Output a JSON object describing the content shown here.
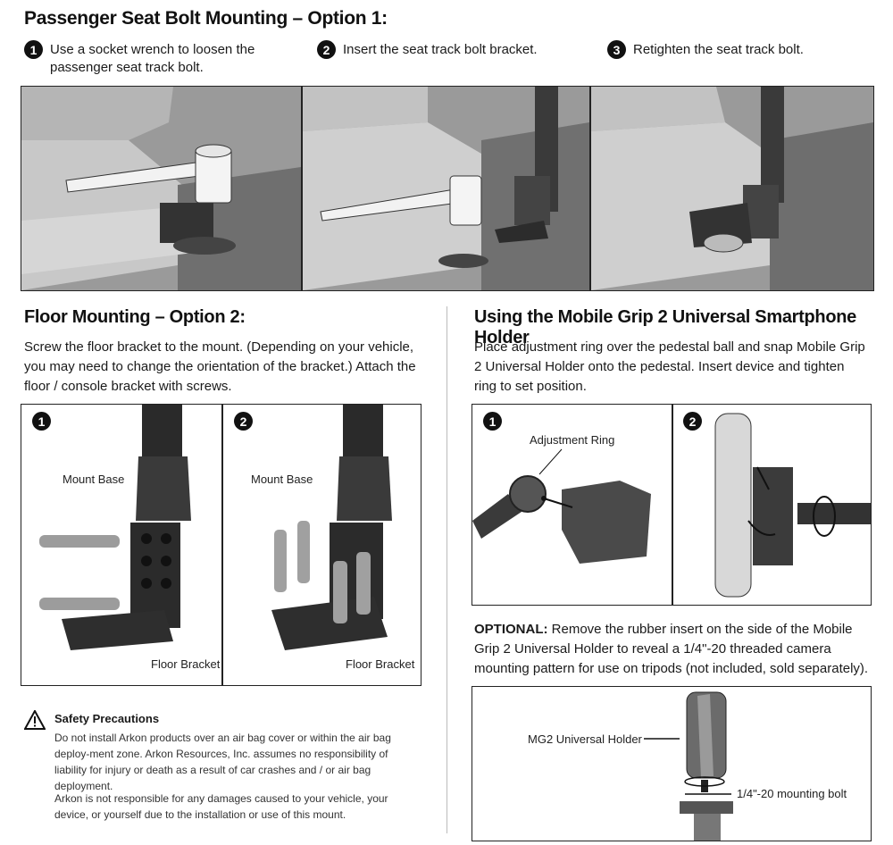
{
  "section1": {
    "title": "Passenger Seat Bolt Mounting – Option 1:",
    "steps": [
      {
        "num": "1",
        "text": "Use a socket wrench to loosen the passenger seat track bolt."
      },
      {
        "num": "2",
        "text": "Insert the seat track bolt bracket."
      },
      {
        "num": "3",
        "text": "Retighten the seat track bolt."
      }
    ]
  },
  "section2": {
    "title": "Floor Mounting – Option 2:",
    "description": "Screw the floor bracket to the mount. (Depending on your vehicle, you may need to change the orientation of the bracket.) Attach the floor / console bracket with screws.",
    "panels": [
      {
        "num": "1",
        "top_label": "Mount Base",
        "bottom_label": "Floor Bracket"
      },
      {
        "num": "2",
        "top_label": "Mount Base",
        "bottom_label": "Floor Bracket"
      }
    ]
  },
  "section3": {
    "title": "Using the Mobile Grip 2 Universal Smartphone Holder",
    "description": "Place adjustment ring over the pedestal ball and snap Mobile Grip 2 Universal Holder onto the pedestal. Insert device and tighten ring to set position.",
    "panels": [
      {
        "num": "1",
        "label": "Adjustment Ring"
      },
      {
        "num": "2"
      }
    ],
    "optional_label": "OPTIONAL:",
    "optional_text": " Remove the rubber insert on the side of the Mobile Grip 2 Universal Holder to reveal a 1/4\"-20 threaded camera mounting pattern for use on tripods (not included, sold separately).",
    "tripod_labels": {
      "holder": "MG2 Universal Holder",
      "bolt": "1/4\"-20 mounting bolt"
    }
  },
  "safety": {
    "title": "Safety Precautions",
    "paragraph1": "Do not install Arkon products over an air bag cover or within the air bag deploy-ment zone. Arkon Resources, Inc. assumes no responsibility of liability for injury or death as a result of car crashes and / or air bag deployment.",
    "paragraph2": "Arkon is not responsible for any damages caused to your vehicle, your device, or yourself due to the installation or use of this mount."
  }
}
